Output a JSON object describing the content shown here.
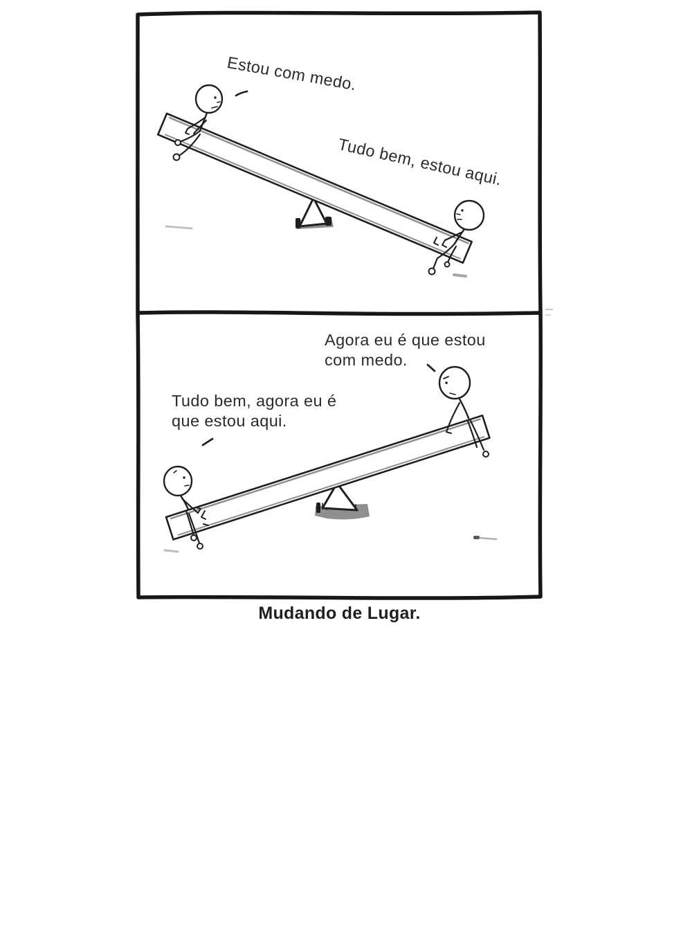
{
  "page": {
    "colors": {
      "ink": "#1f1f1f",
      "gray": "#8f8f8f",
      "paper": "#ffffff",
      "text": "#2b2b2b"
    }
  },
  "comic": {
    "panels": [
      {
        "speeches": [
          {
            "speaker": "child-on-raised-left-end",
            "text": "Estou com medo."
          },
          {
            "speaker": "child-on-lowered-right-end",
            "text": "Tudo bem, estou aqui."
          }
        ]
      },
      {
        "speeches": [
          {
            "speaker": "child-on-raised-right-end",
            "text": "Agora eu é que estou\ncom medo."
          },
          {
            "speaker": "child-on-lowered-left-end",
            "text": "Tudo bem, agora eu é\nque estou aqui."
          }
        ]
      }
    ],
    "caption": "Mudando de Lugar."
  }
}
